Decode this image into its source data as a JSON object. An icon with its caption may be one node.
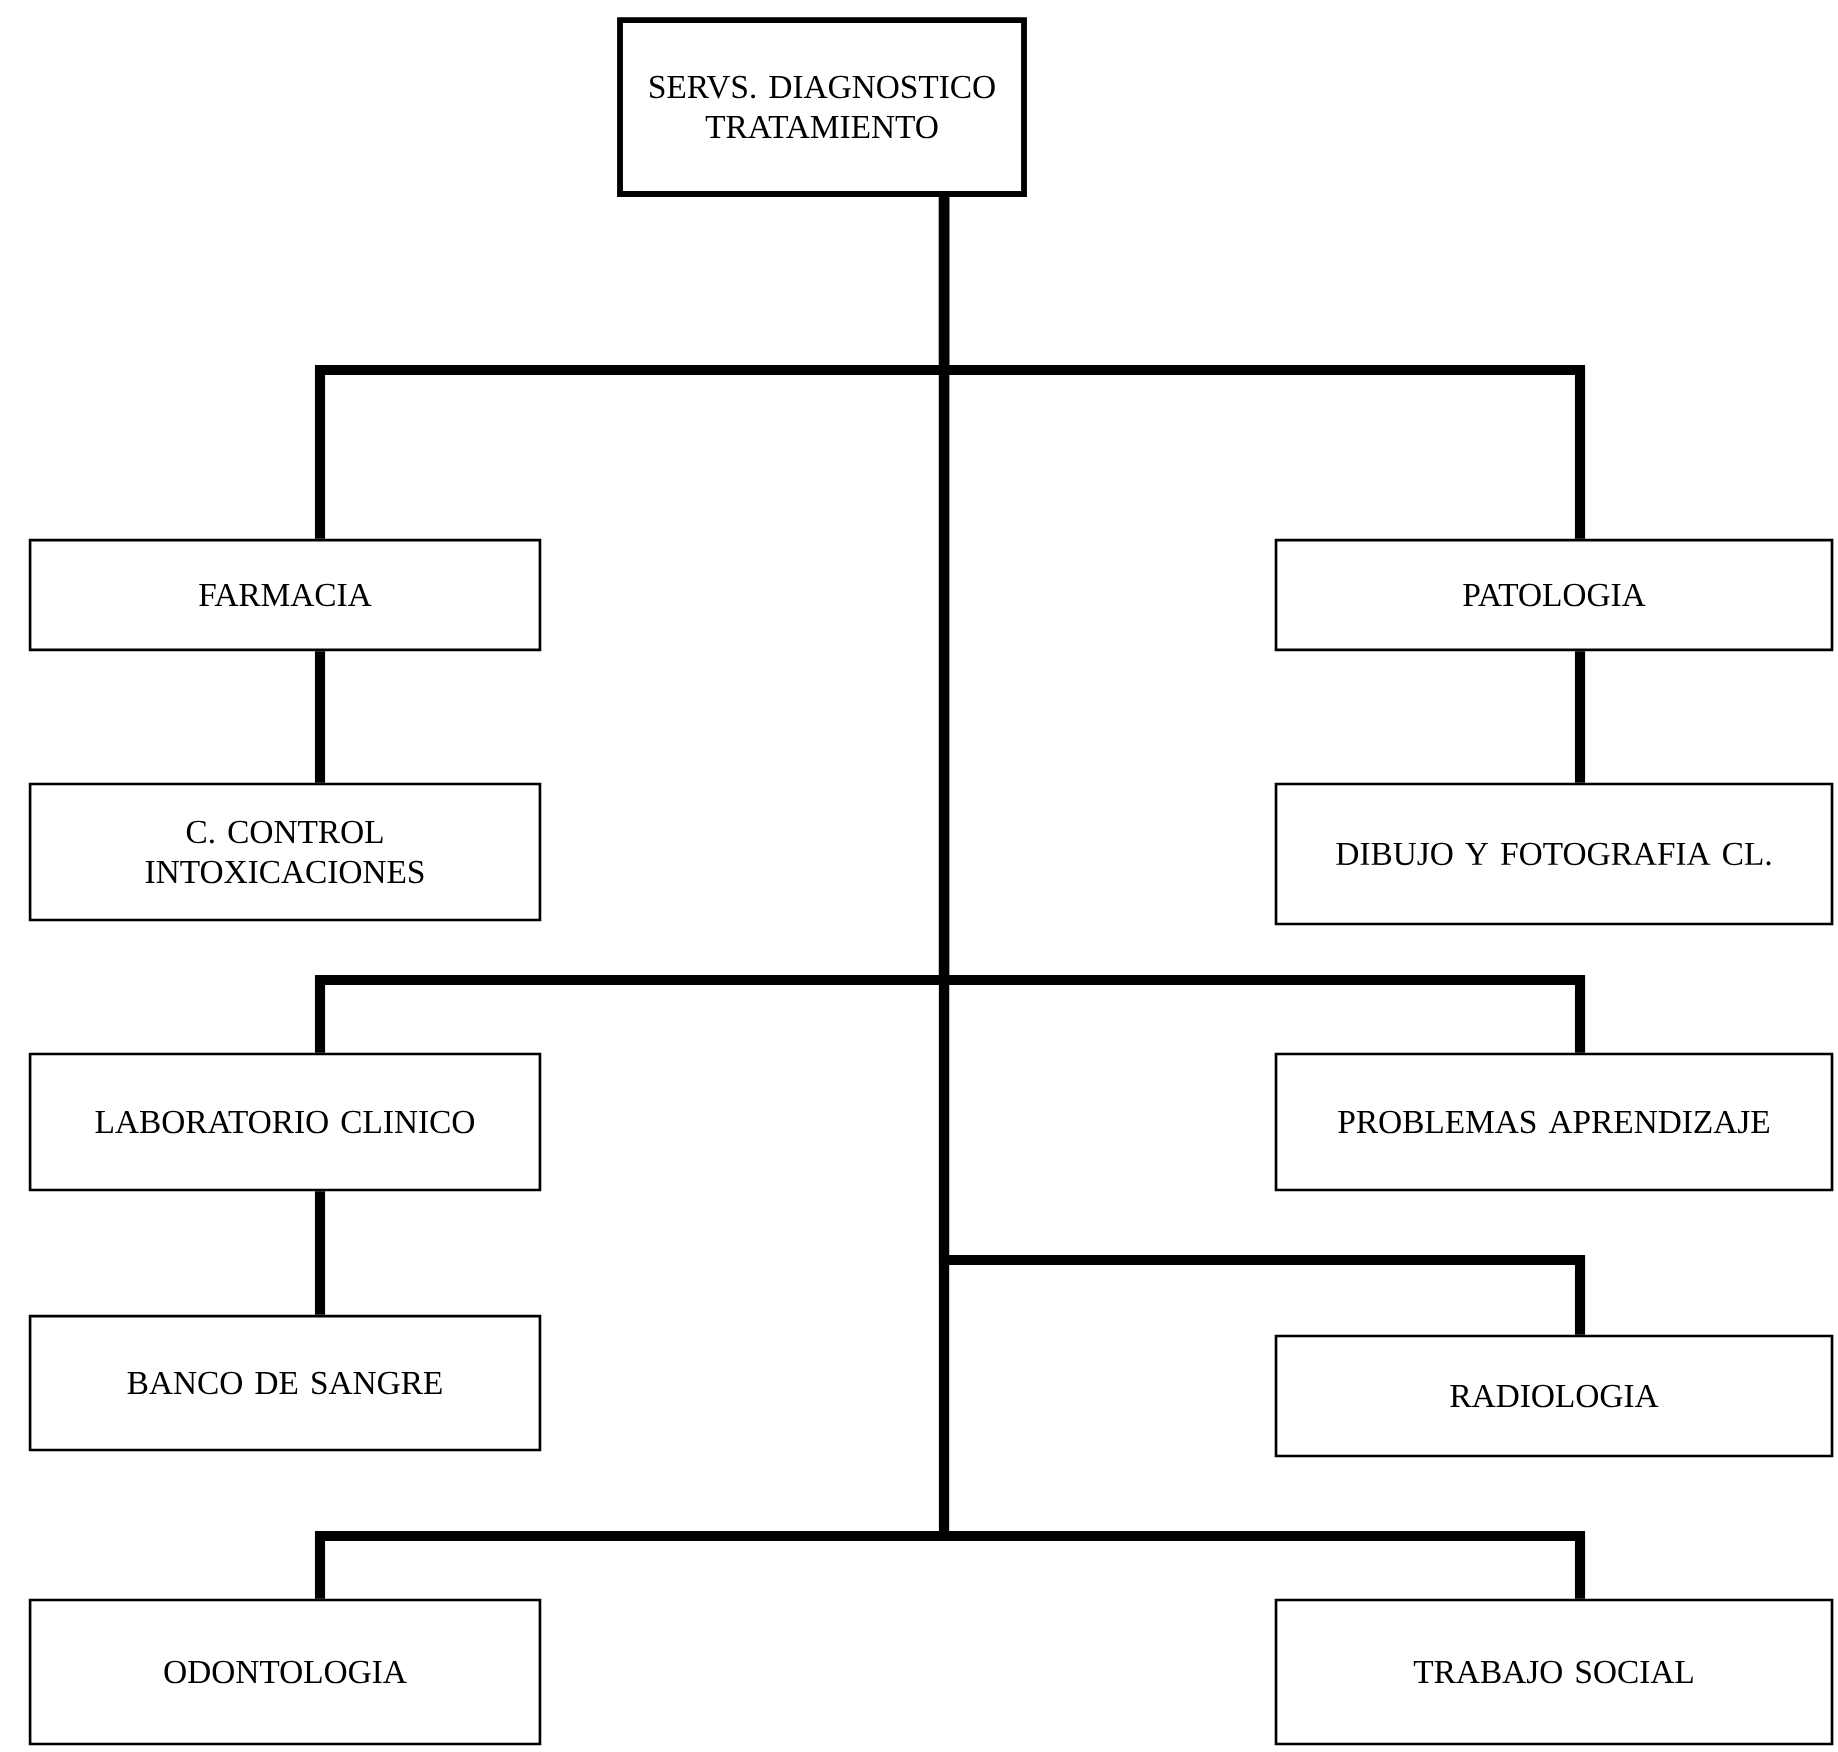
{
  "diagram": {
    "nodes": [
      {
        "text": [
          "SERVS. DIAGNOSTICO TRATAMIENTO"
        ]
      },
      {
        "text": [
          "FARMACIA"
        ]
      },
      {
        "text": [
          "PATOLOGIA"
        ]
      },
      {
        "text": [
          "C. CONTROL INTOXICACIONES"
        ]
      },
      {
        "text": [
          "DIBUJO Y FOTOGRAFIA CL."
        ]
      },
      {
        "text": [
          "LABORATORIO CLINICO"
        ]
      },
      {
        "text": [
          "PROBLEMAS APRENDIZAJE"
        ]
      },
      {
        "text": [
          "BANCO DE SANGRE"
        ]
      },
      {
        "text": [
          "RADIOLOGIA"
        ]
      },
      {
        "text": [
          "ODONTOLOGIA"
        ]
      },
      {
        "text": [
          "TRABAJO SOCIAL"
        ]
      }
    ],
    "edges": [
      {
        "from": 0,
        "to": 1,
        "arrow": "none"
      },
      {
        "from": 0,
        "to": 2,
        "arrow": "none"
      },
      {
        "from": 1,
        "to": 3,
        "arrow": "none"
      },
      {
        "from": 2,
        "to": 4,
        "arrow": "none"
      },
      {
        "from": 0,
        "to": 5,
        "arrow": "none"
      },
      {
        "from": 0,
        "to": 6,
        "arrow": "none"
      },
      {
        "from": 5,
        "to": 7,
        "arrow": "none"
      },
      {
        "from": 0,
        "to": 8,
        "arrow": "none"
      },
      {
        "from": 0,
        "to": 9,
        "arrow": "none"
      },
      {
        "from": 0,
        "to": 10,
        "arrow": "none"
      }
    ]
  }
}
